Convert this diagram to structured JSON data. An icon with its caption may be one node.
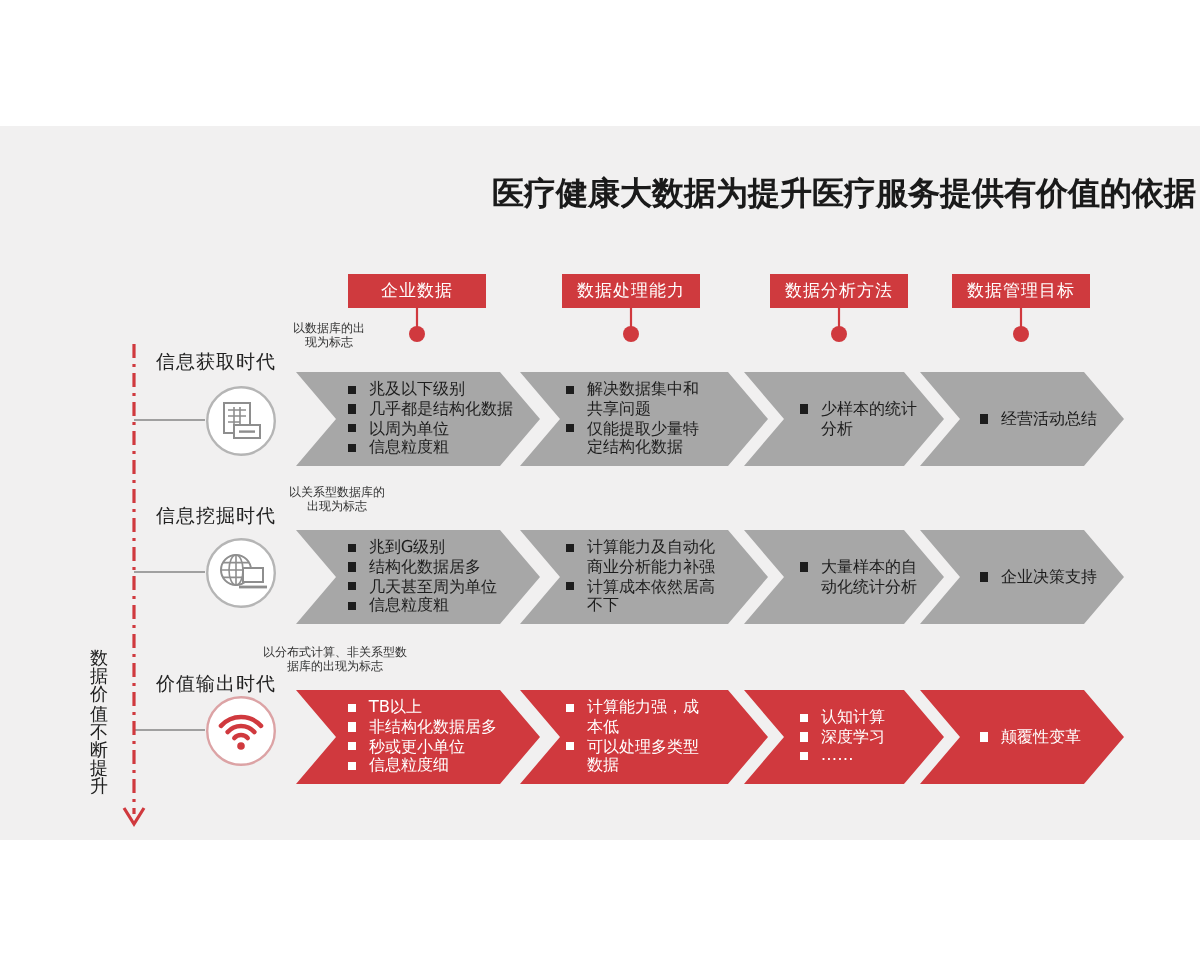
{
  "diagram": {
    "title": "医疗健康大数据为提升医疗服务提供有价值的依据",
    "nodes": [
      {
        "text": [
          "企业数据"
        ]
      },
      {
        "text": [
          "数据处理能力"
        ]
      },
      {
        "text": [
          "数据分析方法"
        ]
      },
      {
        "text": [
          "数据管理目标"
        ]
      },
      {
        "text": [],
        "shape": "picture",
        "beside": [
          "信息获取时代"
        ]
      },
      {
        "text": [
          "兆及以下级别",
          "几乎都是结构化数据",
          "以周为单位",
          "信息粒度粗"
        ]
      },
      {
        "text": [
          "解决数据集中和共享问题",
          "仅能提取少量特定结构化数据"
        ]
      },
      {
        "text": [
          "少样本的统计分析"
        ]
      },
      {
        "text": [
          "经营活动总结"
        ]
      },
      {
        "text": [],
        "shape": "picture",
        "beside": [
          "信息挖掘时代"
        ]
      },
      {
        "text": [
          "兆到G级别",
          "结构化数据居多",
          "几天甚至周为单位",
          "信息粒度粗"
        ]
      },
      {
        "text": [
          "计算能力及自动化商业分析能力补强",
          "计算成本依然居高不下"
        ]
      },
      {
        "text": [
          "大量样本的自动化统计分析"
        ]
      },
      {
        "text": [
          "企业决策支持"
        ]
      },
      {
        "text": [],
        "shape": "picture",
        "beside": [
          "价值输出时代"
        ]
      },
      {
        "text": [
          "TB以上",
          "非结构化数据居多",
          "秒或更小单位",
          "信息粒度细"
        ]
      },
      {
        "text": [
          "计算能力强，成本低",
          "可以处理多类型数据"
        ]
      },
      {
        "text": [
          "认知计算",
          "深度学习",
          "……"
        ]
      },
      {
        "text": [
          "颠覆性变革"
        ]
      }
    ],
    "edges": [
      {
        "from": 0,
        "to": null,
        "arrow": "other"
      },
      {
        "from": 1,
        "to": null,
        "arrow": "other"
      },
      {
        "from": 2,
        "to": null,
        "arrow": "other"
      },
      {
        "from": 3,
        "to": null,
        "arrow": "other"
      },
      {
        "from": null,
        "to": 4,
        "arrow": "none",
        "color": "#a0a0a0"
      },
      {
        "from": null,
        "to": 9,
        "arrow": "none",
        "color": "#a0a0a0"
      },
      {
        "from": null,
        "to": 14,
        "arrow": "none",
        "color": "#a0a0a0"
      }
    ],
    "labels": [
      "以数据库的出现为标志",
      "以关系型数据库的出现为标志",
      "以分布式计算、非关系型数据库的出现为标志",
      "数据价值不断提升"
    ]
  }
}
